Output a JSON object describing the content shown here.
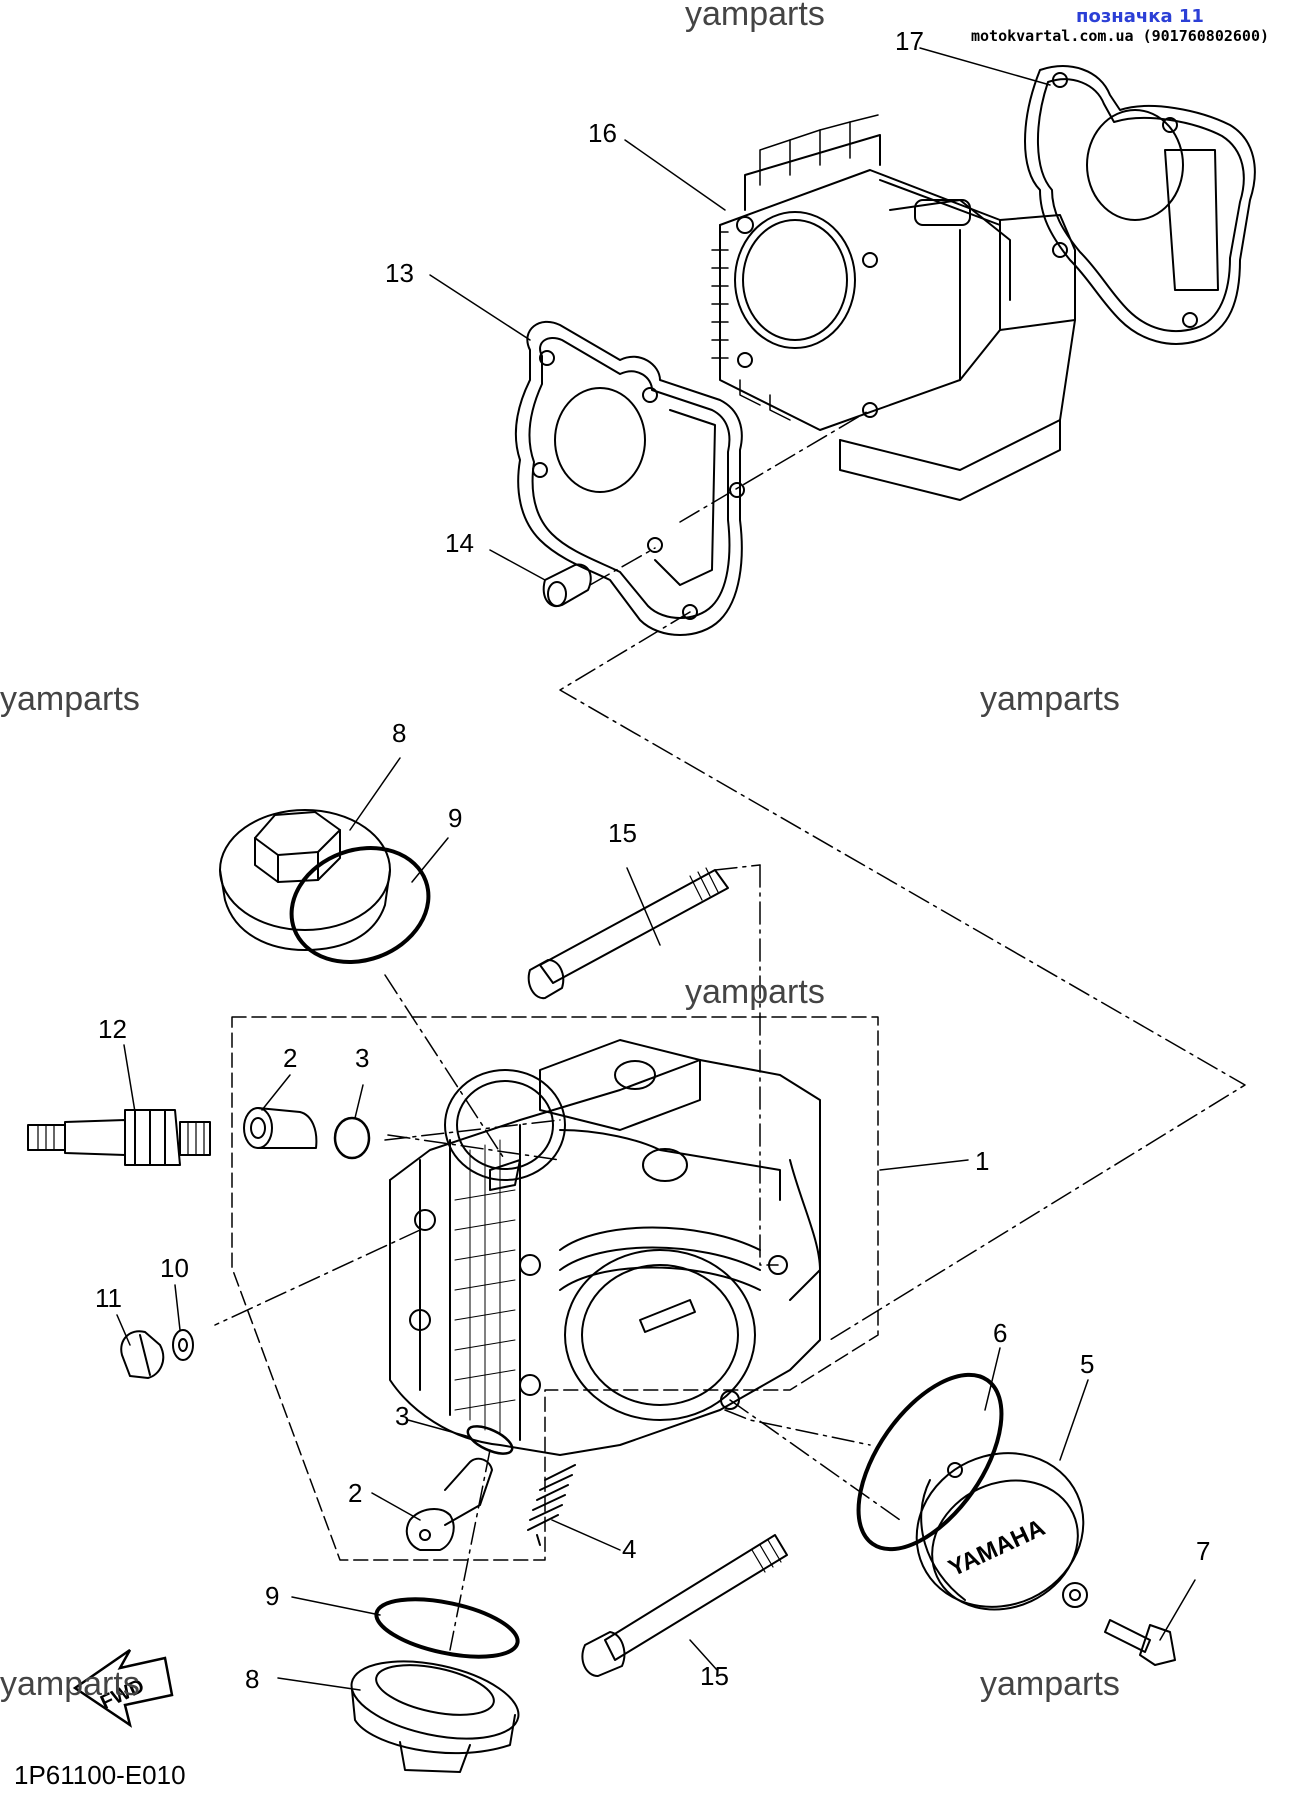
{
  "header": {
    "tag_label": "позначка 11",
    "source_line": "motokvartal.com.ua (901760802600)"
  },
  "watermark": "yamparts",
  "diagram_code": "1P61100-E010",
  "fwd_label": "FWD",
  "logo_text": "YAMAHA",
  "callouts": {
    "c1": "1",
    "c2a": "2",
    "c2b": "2",
    "c3a": "3",
    "c3b": "3",
    "c4": "4",
    "c5": "5",
    "c6": "6",
    "c7": "7",
    "c8a": "8",
    "c8b": "8",
    "c9a": "9",
    "c9b": "9",
    "c10": "10",
    "c11": "11",
    "c12": "12",
    "c13": "13",
    "c14": "14",
    "c15a": "15",
    "c15b": "15",
    "c16": "16",
    "c17": "17"
  }
}
